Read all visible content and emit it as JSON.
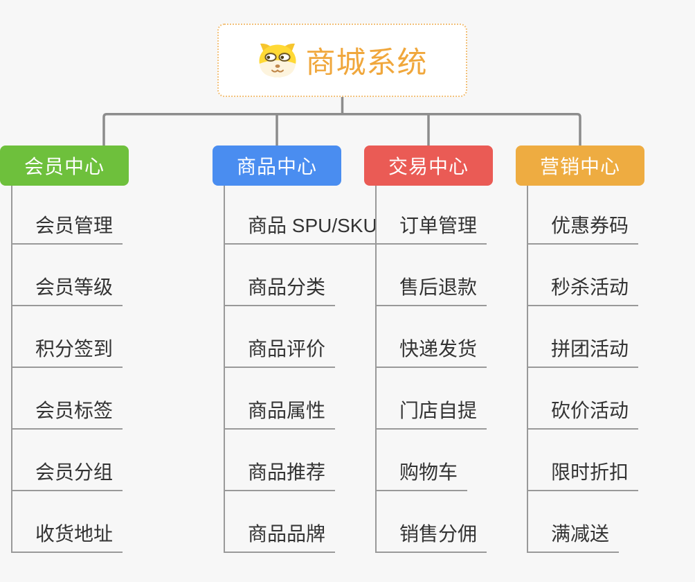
{
  "root": {
    "title": "商城系统",
    "icon": "dog-face-icon"
  },
  "branches": [
    {
      "label": "商品中心",
      "color": "#4a8df0",
      "items": [
        "商品 SPU/SKU",
        "商品分类",
        "商品评价",
        "商品属性",
        "商品推荐",
        "商品品牌"
      ]
    },
    {
      "label": "交易中心",
      "color": "#ea5b55",
      "items": [
        "订单管理",
        "售后退款",
        "快递发货",
        "门店自提",
        "购物车",
        "销售分佣"
      ]
    },
    {
      "label": "营销中心",
      "color": "#eeac41",
      "items": [
        "优惠券码",
        "秒杀活动",
        "拼团活动",
        "砍价活动",
        "限时折扣",
        "满减送"
      ]
    },
    {
      "label": "会员中心",
      "color": "#6ec03c",
      "items": [
        "会员管理",
        "会员等级",
        "积分签到",
        "会员标签",
        "会员分组",
        "收货地址"
      ]
    }
  ],
  "style_colors": {
    "background": "#f7f7f7",
    "root_title": "#f0a73c",
    "root_border": "#f2c078",
    "connector_line": "#8c8c8c",
    "item_line": "#999999",
    "item_text": "#333333"
  }
}
